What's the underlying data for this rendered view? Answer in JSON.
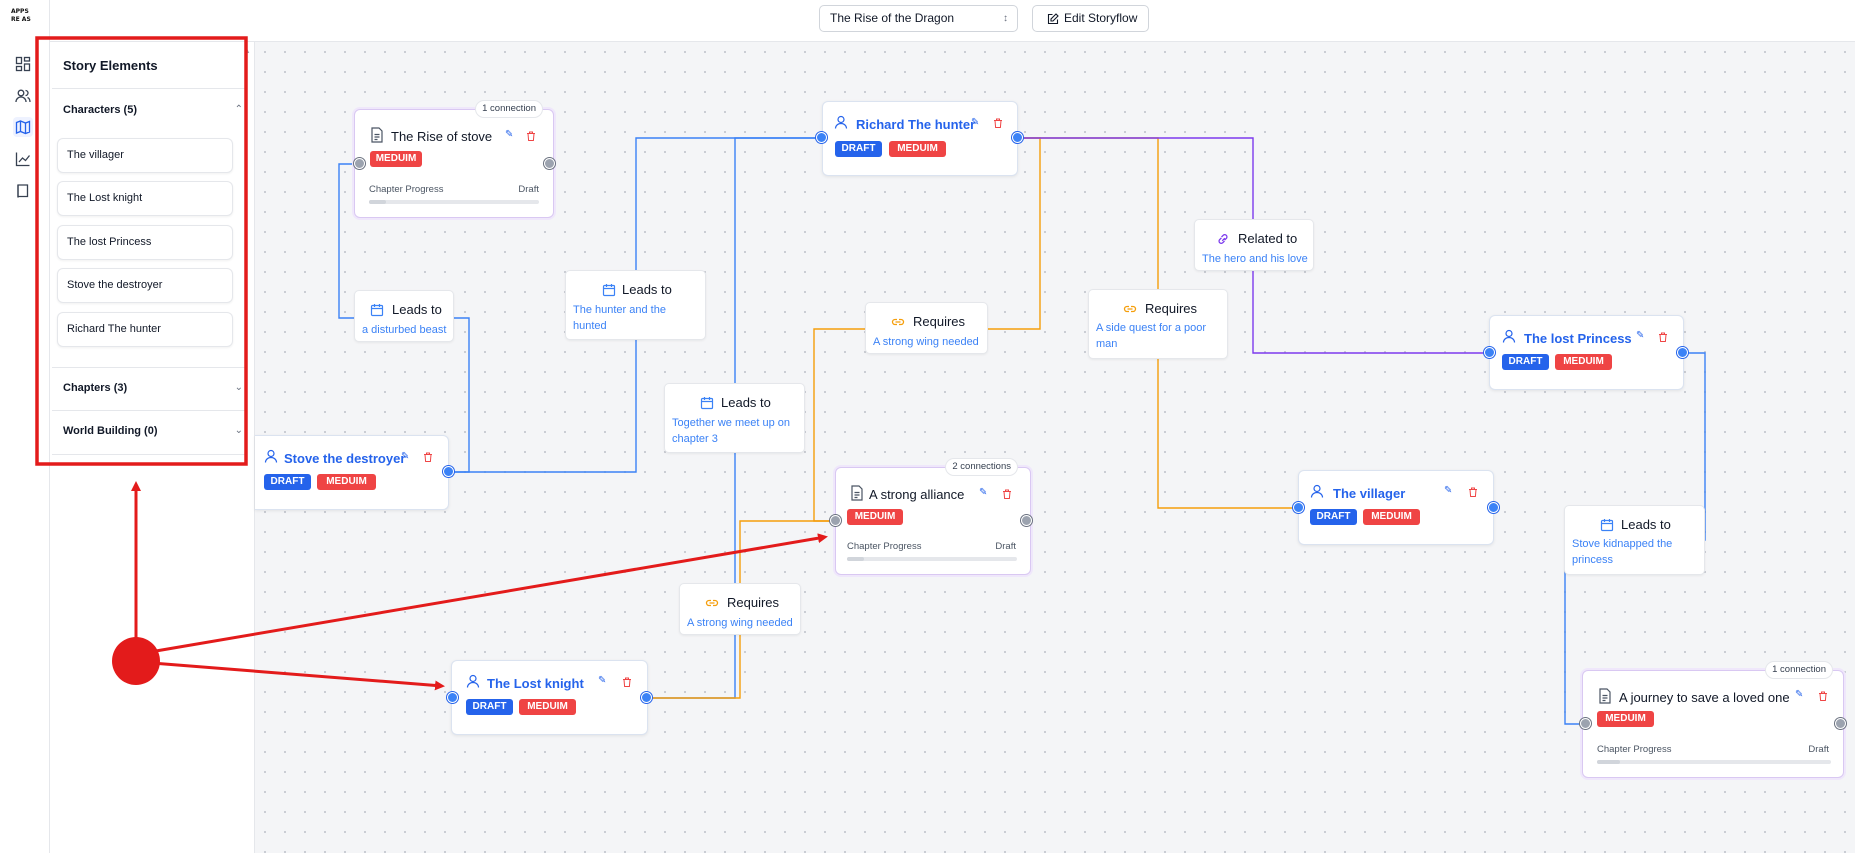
{
  "app": {
    "logo_text": "APPS\nRE AS"
  },
  "rail": {
    "items": [
      "dashboard-icon",
      "users-icon",
      "map-icon",
      "chart-icon",
      "book-icon"
    ]
  },
  "topbar": {
    "story_select": "The Rise of the Dragon",
    "edit_label": "Edit Storyflow"
  },
  "sidebar": {
    "title": "Story Elements",
    "characters_header": "Characters (5)",
    "characters": [
      "The villager",
      "The Lost knight",
      "The lost Princess",
      "Stove the destroyer",
      "Richard The hunter"
    ],
    "chapters_header": "Chapters (3)",
    "world_header": "World Building (0)"
  },
  "badges": {
    "draft": "DRAFT",
    "medium": "MEDUIM"
  },
  "nodes": {
    "rise_of_stove": {
      "title": "The Rise of stove",
      "connections": "1 connection",
      "progress_label": "Chapter Progress",
      "status": "Draft",
      "progress": 0.1
    },
    "richard": {
      "title": "Richard The hunter"
    },
    "stove": {
      "title": "Stove the destroyer"
    },
    "strong_alliance": {
      "title": "A strong alliance",
      "connections": "2 connections",
      "progress_label": "Chapter Progress",
      "status": "Draft",
      "progress": 0.1
    },
    "lost_knight": {
      "title": "The Lost knight"
    },
    "villager": {
      "title": "The villager"
    },
    "lost_princess": {
      "title": "The lost Princess"
    },
    "journey": {
      "title": "A journey to save a loved one",
      "connections": "1 connection",
      "progress_label": "Chapter Progress",
      "status": "Draft",
      "progress": 0.1
    }
  },
  "edges": {
    "e1": {
      "type": "Leads to",
      "desc": "a disturbed beast"
    },
    "e2": {
      "type": "Leads to",
      "desc": "The hunter and the hunted"
    },
    "e3": {
      "type": "Leads to",
      "desc": "Together we meet up on chapter 3"
    },
    "e4": {
      "type": "Requires",
      "desc": "A strong wing needed"
    },
    "e5": {
      "type": "Requires",
      "desc": "A side quest for a poor man"
    },
    "e6": {
      "type": "Related to",
      "desc": "The hero and his love"
    },
    "e7": {
      "type": "Requires",
      "desc": "A strong wing needed"
    },
    "e8": {
      "type": "Leads to",
      "desc": "Stove kidnapped the princess"
    }
  },
  "colors": {
    "leads": "#3b82f6",
    "requires": "#f59e0b",
    "related": "#7c3aed",
    "annotation": "#e31b1b"
  }
}
